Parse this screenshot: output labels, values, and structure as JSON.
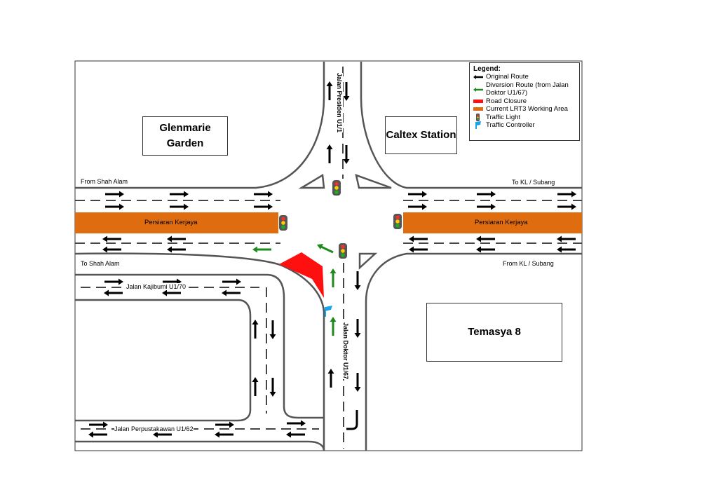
{
  "places": {
    "glenmarie": "Glenmarie Garden",
    "caltex": "Caltex Station",
    "temasya": "Temasya 8"
  },
  "roads": {
    "from_shah_alam": "From Shah Alam",
    "to_kl_subang": "To KL / Subang",
    "to_shah_alam": "To Shah Alam",
    "from_kl_subang": "From KL / Subang",
    "kerjaya_left": "Persiaran Kerjaya",
    "kerjaya_right": "Persiaran Kerjaya",
    "presiden": "Jalan Presiden U1/1",
    "doktor": "Jalan Doktor U1/67",
    "kajibumi": "Jalan Kajibumi U1/70",
    "perpustakawan": "Jalan Perpustakawan U1/62"
  },
  "legend": {
    "title": "Legend:",
    "items": [
      {
        "label": "Original Route",
        "icon": "black-arrow-icon"
      },
      {
        "label": "Diversion Route (from Jalan Doktor U1/67)",
        "icon": "green-arrow-icon"
      },
      {
        "label": "Road Closure",
        "icon": "red-bar-icon"
      },
      {
        "label": "Current LRT3 Working Area",
        "icon": "orange-bar-icon"
      },
      {
        "label": "Traffic Light",
        "icon": "traffic-light-icon"
      },
      {
        "label": "Traffic Controller",
        "icon": "flag-icon"
      }
    ]
  },
  "colors": {
    "original": "#000000",
    "diversion": "#1e8a1e",
    "closure": "#ff1010",
    "lrt": "#e06c10",
    "controller": "#1aa3e8"
  }
}
